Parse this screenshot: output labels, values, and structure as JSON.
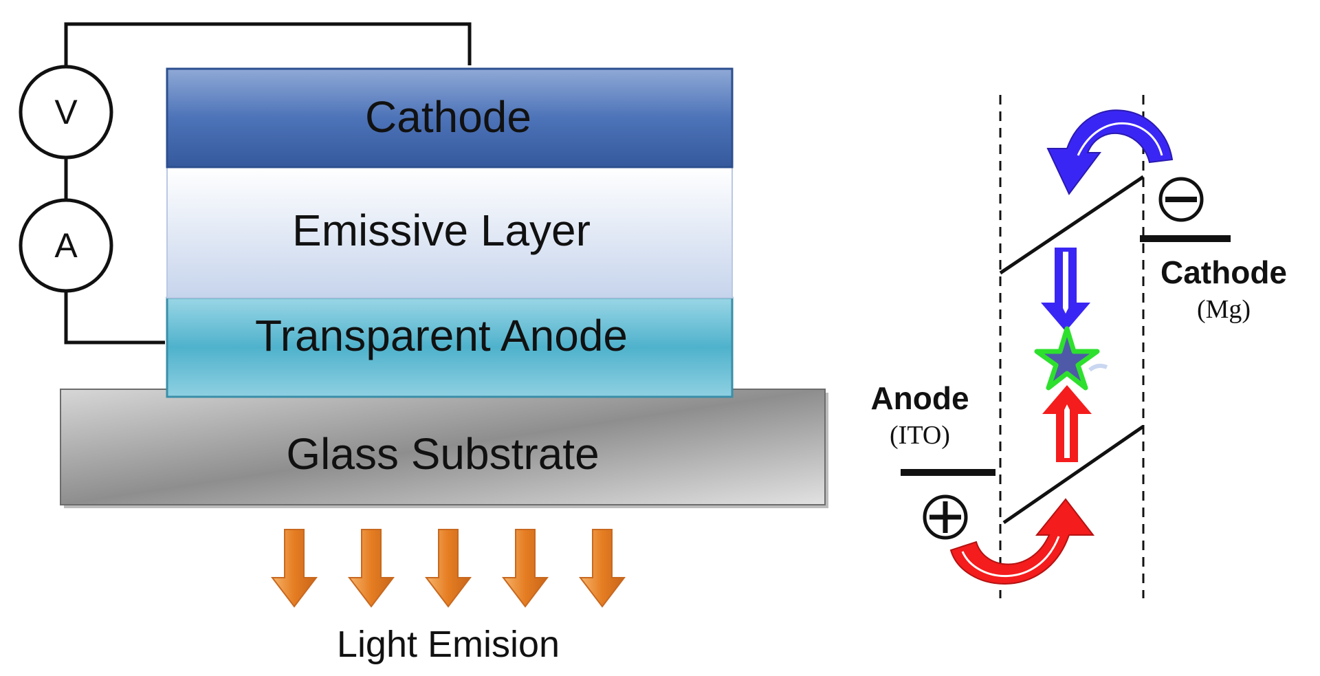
{
  "layers": {
    "cathode": "Cathode",
    "emissive": "Emissive Layer",
    "anode": "Transparent Anode",
    "substrate": "Glass Substrate"
  },
  "meters": {
    "voltmeter": "V",
    "ammeter": "A"
  },
  "emission_label": "Light Emision",
  "band": {
    "anode_label": "Anode",
    "anode_material": "(ITO)",
    "cathode_label": "Cathode",
    "cathode_material": "(Mg)",
    "hole_symbol": "+",
    "electron_symbol": "−"
  },
  "colors": {
    "cathode": "#4a70b6",
    "emissive": "#dfe7f4",
    "anode": "#4eb1cb",
    "substrate": "#9a9a9a",
    "light_arrow": "#e98a2f",
    "electron_arrow": "#3d2bf2",
    "hole_arrow": "#f21c1c",
    "exciton_star": "#33e233"
  },
  "icons": [
    "voltmeter-icon",
    "ammeter-icon",
    "light-arrow-icon",
    "electron-arrow-icon",
    "hole-arrow-icon",
    "exciton-star-icon",
    "plus-icon",
    "minus-icon"
  ]
}
